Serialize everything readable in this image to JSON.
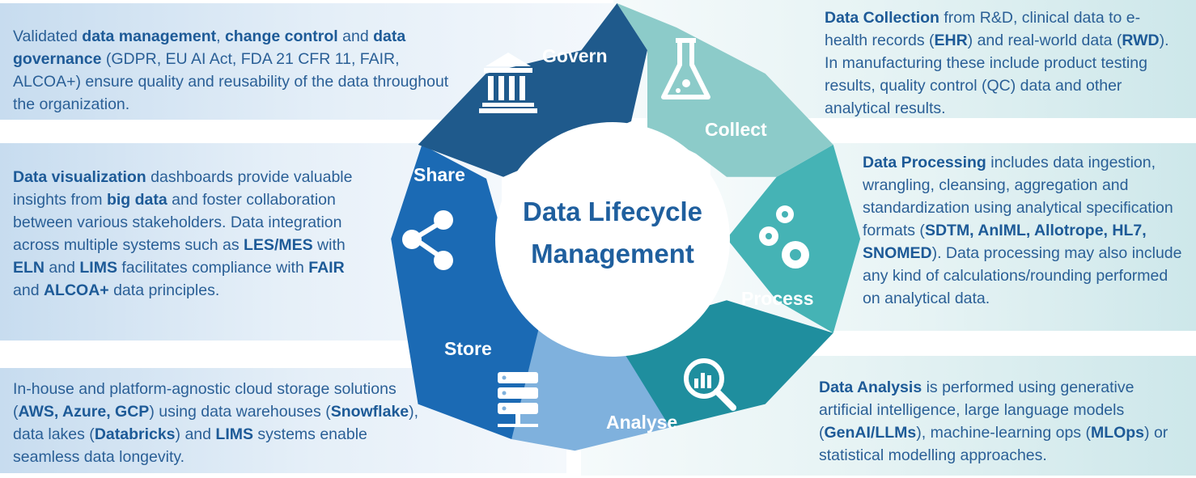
{
  "center": {
    "line1": "Data Lifecycle",
    "line2": "Management"
  },
  "segments": {
    "govern": {
      "label": "Govern",
      "color": "#1f5a8c",
      "icon": "bank-building-icon"
    },
    "collect": {
      "label": "Collect",
      "color": "#8ccbc9",
      "icon": "flask-icon"
    },
    "process": {
      "label": "Process",
      "color": "#45b3b5",
      "icon": "gears-icon"
    },
    "analyse": {
      "label": "Analyse",
      "color": "#1f8e9e",
      "icon": "magnifier-chart-icon"
    },
    "store": {
      "label": "Store",
      "color": "#7fb1dd",
      "icon": "server-icon"
    },
    "share": {
      "label": "Share",
      "color": "#1b6ab4",
      "icon": "share-icon"
    }
  },
  "descriptions": {
    "govern": {
      "p1": "Validated ",
      "b1": "data management",
      "p2": ", ",
      "b2": "change control",
      "p3": " and ",
      "b3": "data governance",
      "p4": " (GDPR, EU AI Act, FDA 21 CFR 11, FAIR, ALCOA+) ensure quality and reusability of the data throughout the organization."
    },
    "collect": {
      "b1": "Data Collection",
      "p1": " from R&D, clinical data to e-health records (",
      "b2": "EHR",
      "p2": ") and real-world data (",
      "b3": "RWD",
      "p3": "). In manufacturing these include product testing results, quality control (QC) data and other analytical results."
    },
    "share": {
      "b1": "Data visualization",
      "p1": " dashboards provide valuable insights from ",
      "b2": "big data",
      "p2": " and foster collaboration between various stakeholders. Data integration across multiple systems such as ",
      "b3": "LES/MES",
      "p3": " with ",
      "b4": "ELN",
      "p4": " and ",
      "b5": "LIMS",
      "p5": " facilitates compliance with ",
      "b6": "FAIR",
      "p6": " and ",
      "b7": "ALCOA+",
      "p7": " data principles."
    },
    "process": {
      "b1": "Data Processing",
      "p1": " includes data ingestion, wrangling, cleansing, aggregation and standardization using analytical specification formats (",
      "b2": "SDTM, AnIML, Allotrope, HL7, SNOMED",
      "p2": "). Data processing may also include any kind of calculations/rounding performed on analytical data."
    },
    "store": {
      "p1": "In-house and platform-agnostic cloud storage solutions (",
      "b1": "AWS, Azure, GCP",
      "p2": ") using data warehouses (",
      "b2": "Snowflake",
      "p3": "), data lakes (",
      "b3": "Databricks",
      "p4": ") and ",
      "b4": "LIMS",
      "p5": " systems enable seamless data longevity."
    },
    "analyse": {
      "b1": "Data Analysis",
      "p1": " is performed using generative artificial intelligence, large language models (",
      "b2": "GenAI/LLMs",
      "p2": "), machine-learning ops (",
      "b3": "MLOps",
      "p3": ") or statistical modelling approaches."
    }
  }
}
